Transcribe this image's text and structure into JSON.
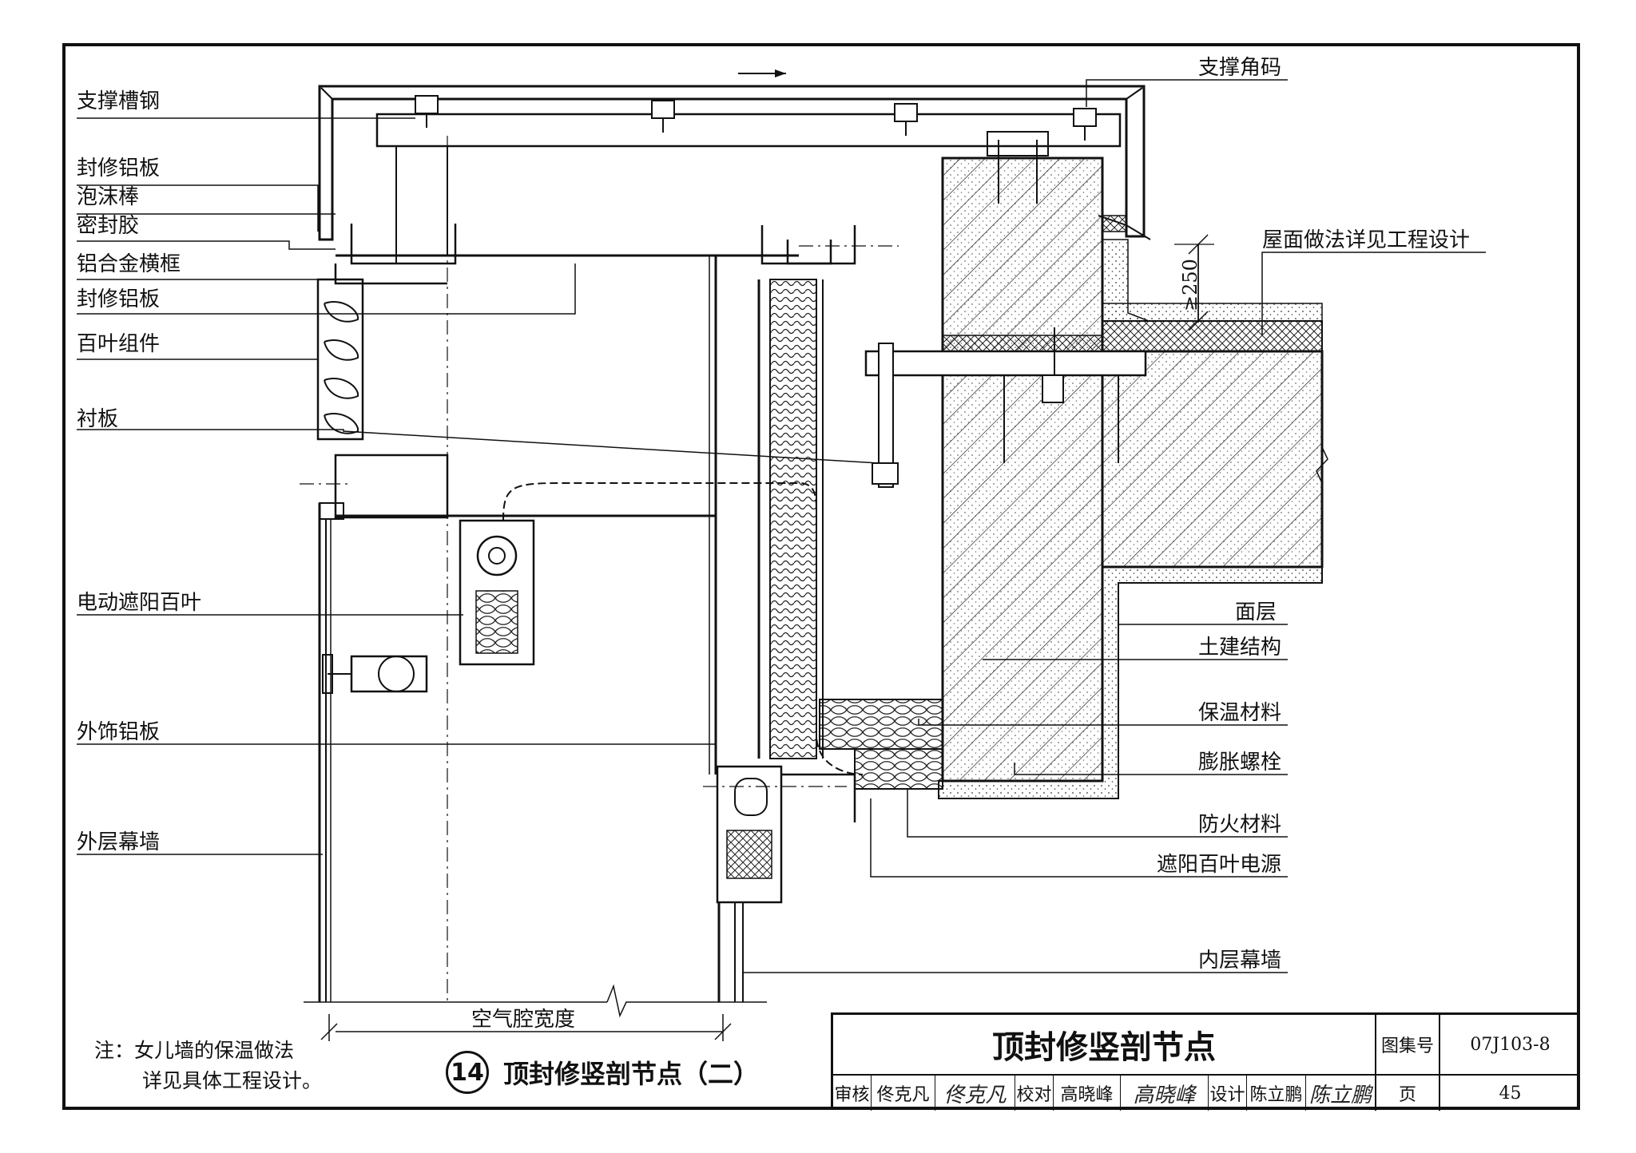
{
  "labels_left": {
    "support_channel": "支撑槽钢",
    "trim_panel_1": "封修铝板",
    "foam_rod": "泡沫棒",
    "sealant": "密封胶",
    "transom": "铝合金横框",
    "trim_panel_2": "封修铝板",
    "louver": "百叶组件",
    "backing_plate": "衬板",
    "motor_blind": "电动遮阳百叶",
    "outer_panel": "外饰铝板",
    "outer_wall": "外层幕墙"
  },
  "labels_right": {
    "angle_bracket": "支撑角码",
    "roof": "屋面做法详见工程设计",
    "finish": "面层",
    "structure": "土建结构",
    "insulation": "保温材料",
    "anchor_bolt": "膨胀螺栓",
    "fireproof": "防火材料",
    "blind_power": "遮阳百叶电源",
    "inner_wall": "内层幕墙"
  },
  "dimension_250": "≥250",
  "cavity_width": "空气腔宽度",
  "note": {
    "line1": "注：女儿墙的保温做法",
    "line2": "详见具体工程设计。"
  },
  "detail": {
    "number": "14",
    "caption": "顶封修竖剖节点（二）"
  },
  "title_block": {
    "title": "顶封修竖剖节点",
    "atlas_label": "图集号",
    "atlas_no": "07J103-8",
    "page_label": "页",
    "page_no": "45",
    "review_label": "审核",
    "reviewer": "佟克凡",
    "reviewer_sig": "佟克凡",
    "check_label": "校对",
    "checker": "高晓峰",
    "checker_sig": "高晓峰",
    "design_label": "设计",
    "designer": "陈立鹏",
    "designer_sig": "陈立鹏"
  }
}
